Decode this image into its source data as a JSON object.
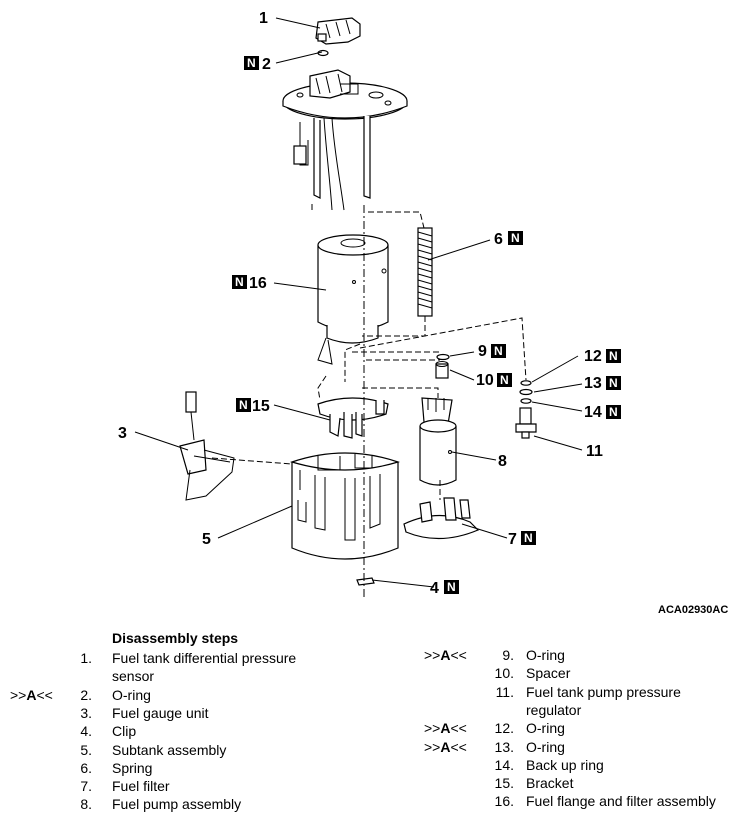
{
  "figure_code": "ACA02930AC",
  "n_mark": "N",
  "callouts": [
    {
      "id": "1",
      "n": false
    },
    {
      "id": "2",
      "n": true
    },
    {
      "id": "3",
      "n": false
    },
    {
      "id": "4",
      "n": true
    },
    {
      "id": "5",
      "n": false
    },
    {
      "id": "6",
      "n": true
    },
    {
      "id": "7",
      "n": true
    },
    {
      "id": "8",
      "n": false
    },
    {
      "id": "9",
      "n": true
    },
    {
      "id": "10",
      "n": true
    },
    {
      "id": "11",
      "n": false
    },
    {
      "id": "12",
      "n": true
    },
    {
      "id": "13",
      "n": true
    },
    {
      "id": "14",
      "n": true
    },
    {
      "id": "15",
      "n": true
    },
    {
      "id": "16",
      "n": true
    }
  ],
  "steps": {
    "title": "Disassembly steps",
    "marker_prefix": ">>",
    "marker_letter": "A",
    "marker_suffix": "<<",
    "left": [
      {
        "num": "1.",
        "text": "Fuel tank differential pressure",
        "cont": "sensor",
        "marker": false
      },
      {
        "num": "2.",
        "text": "O-ring",
        "marker": true
      },
      {
        "num": "3.",
        "text": "Fuel gauge unit",
        "marker": false
      },
      {
        "num": "4.",
        "text": "Clip",
        "marker": false
      },
      {
        "num": "5.",
        "text": "Subtank assembly",
        "marker": false
      },
      {
        "num": "6.",
        "text": "Spring",
        "marker": false
      },
      {
        "num": "7.",
        "text": "Fuel filter",
        "marker": false
      },
      {
        "num": "8.",
        "text": "Fuel pump assembly",
        "marker": false
      }
    ],
    "right": [
      {
        "num": "9.",
        "text": "O-ring",
        "marker": true
      },
      {
        "num": "10.",
        "text": "Spacer",
        "marker": false
      },
      {
        "num": "11.",
        "text": "Fuel tank pump pressure",
        "cont": "regulator",
        "marker": false
      },
      {
        "num": "12.",
        "text": "O-ring",
        "marker": true
      },
      {
        "num": "13.",
        "text": "O-ring",
        "marker": true
      },
      {
        "num": "14.",
        "text": "Back up ring",
        "marker": false
      },
      {
        "num": "15.",
        "text": "Bracket",
        "marker": false
      },
      {
        "num": "16.",
        "text": "Fuel flange and filter assembly",
        "marker": false
      }
    ]
  }
}
